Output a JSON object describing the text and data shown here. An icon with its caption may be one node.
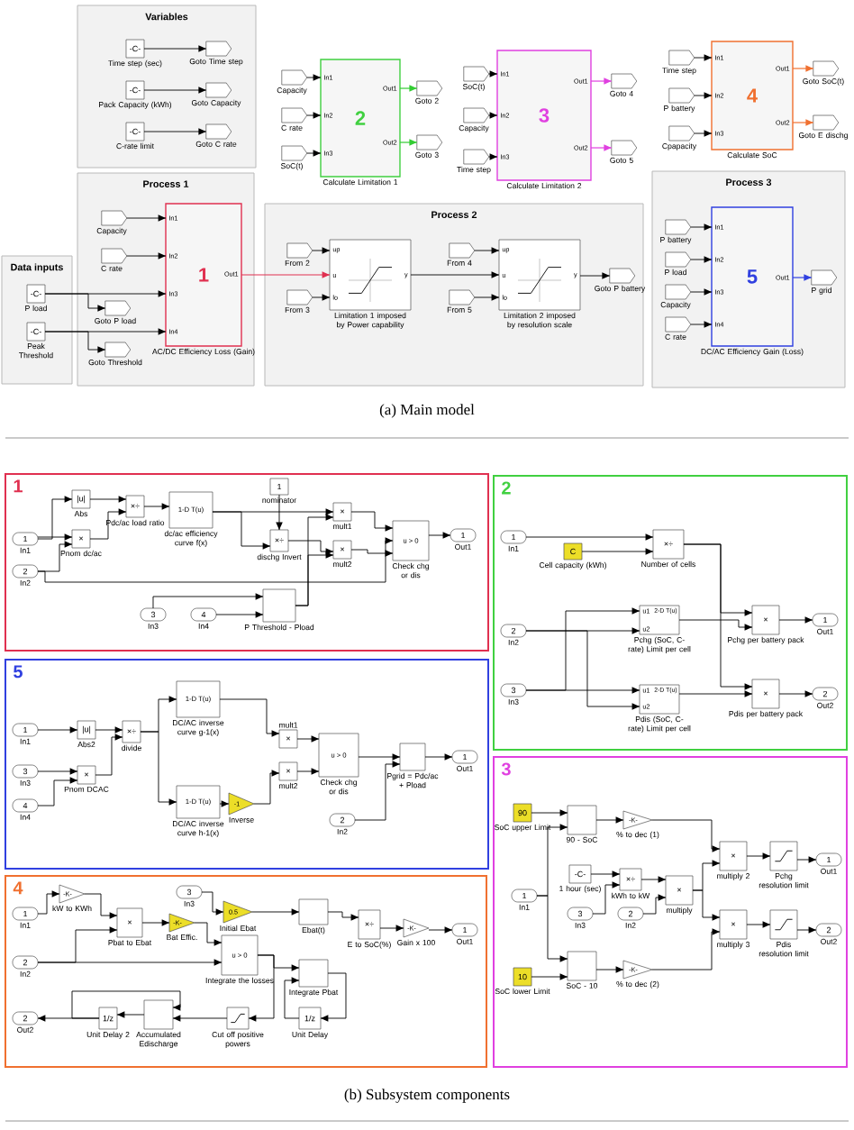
{
  "diagram": {
    "nodes": [
      {
        "text": [
          "Variables"
        ]
      },
      {
        "text": [
          "-C-"
        ],
        "beside": [
          "Time step (sec)"
        ],
        "in": 0
      },
      {
        "text": [],
        "shape": "tag",
        "beside": [
          "Goto Time step"
        ],
        "in": 0
      },
      {
        "text": [
          "-C-"
        ],
        "beside": [
          "Pack Capacity (kWh)"
        ],
        "in": 0
      },
      {
        "text": [],
        "shape": "tag",
        "beside": [
          "Goto Capacity"
        ],
        "in": 0
      },
      {
        "text": [
          "-C-"
        ],
        "beside": [
          "C-rate limit"
        ],
        "in": 0
      },
      {
        "text": [],
        "shape": "tag",
        "beside": [
          "Goto C rate"
        ],
        "in": 0
      },
      {
        "text": [
          "2",
          "In1",
          "In2",
          "In3",
          "Out1",
          "Out2"
        ],
        "beside": [
          "Calculate Limitation 1"
        ]
      },
      {
        "text": [],
        "shape": "tag",
        "beside": [
          "Capacity"
        ]
      },
      {
        "text": [],
        "shape": "tag",
        "beside": [
          "C rate"
        ]
      },
      {
        "text": [],
        "shape": "tag",
        "beside": [
          "SoC(t)"
        ]
      },
      {
        "text": [],
        "shape": "tag",
        "beside": [
          "Goto 2"
        ]
      },
      {
        "text": [],
        "shape": "tag",
        "beside": [
          "Goto 3"
        ]
      },
      {
        "text": [
          "3",
          "In1",
          "In2",
          "In3",
          "Out1",
          "Out2"
        ],
        "beside": [
          "Calculate Limitation 2"
        ]
      },
      {
        "text": [],
        "shape": "tag",
        "beside": [
          "SoC(t)"
        ]
      },
      {
        "text": [],
        "shape": "tag",
        "beside": [
          "Capacity"
        ]
      },
      {
        "text": [],
        "shape": "tag",
        "beside": [
          "Time step"
        ]
      },
      {
        "text": [],
        "shape": "tag",
        "beside": [
          "Goto 4"
        ]
      },
      {
        "text": [],
        "shape": "tag",
        "beside": [
          "Goto 5"
        ]
      },
      {
        "text": [
          "4",
          "In1",
          "In2",
          "In3",
          "Out1",
          "Out2"
        ],
        "beside": [
          "Calculate SoC"
        ]
      },
      {
        "text": [],
        "shape": "tag",
        "beside": [
          "Time step"
        ]
      },
      {
        "text": [],
        "shape": "tag",
        "beside": [
          "P battery"
        ]
      },
      {
        "text": [],
        "shape": "tag",
        "beside": [
          "Cpapacity"
        ]
      },
      {
        "text": [],
        "shape": "tag",
        "beside": [
          "Goto SoC(t)"
        ]
      },
      {
        "text": [],
        "shape": "tag",
        "beside": [
          "Goto E dischg"
        ]
      },
      {
        "text": [
          "Data inputs"
        ]
      },
      {
        "text": [
          "-C-"
        ],
        "beside": [
          "P load"
        ],
        "in": 25
      },
      {
        "text": [
          "-C-"
        ],
        "beside": [
          "Peak Threshold"
        ],
        "in": 25
      },
      {
        "text": [
          "Process 1"
        ]
      },
      {
        "text": [],
        "shape": "tag",
        "beside": [
          "Capacity"
        ],
        "in": 28
      },
      {
        "text": [],
        "shape": "tag",
        "beside": [
          "C rate"
        ],
        "in": 28
      },
      {
        "text": [
          "1",
          "In1",
          "In2",
          "In3",
          "In4",
          "Out1"
        ],
        "beside": [
          "AC/DC Efficiency Loss (Gain)"
        ],
        "in": 28
      },
      {
        "text": [],
        "shape": "tag",
        "beside": [
          "Goto P load"
        ],
        "in": 28
      },
      {
        "text": [],
        "shape": "tag",
        "beside": [
          "Goto Threshold"
        ],
        "in": 28
      },
      {
        "text": [
          "Process 2"
        ]
      },
      {
        "text": [],
        "shape": "tag",
        "beside": [
          "From 2"
        ],
        "in": 34
      },
      {
        "text": [],
        "shape": "tag",
        "beside": [
          "From 3"
        ],
        "in": 34
      },
      {
        "text": [
          "up",
          "u",
          "lo",
          "y"
        ],
        "beside": [
          "Limitation 1 imposed by Power capability"
        ],
        "in": 34
      },
      {
        "text": [],
        "shape": "tag",
        "beside": [
          "From 4"
        ],
        "in": 34
      },
      {
        "text": [],
        "shape": "tag",
        "beside": [
          "From 5"
        ],
        "in": 34
      },
      {
        "text": [
          "up",
          "u",
          "lo",
          "y"
        ],
        "beside": [
          "Limitation 2 imposed by resolution scale"
        ],
        "in": 34
      },
      {
        "text": [],
        "shape": "tag",
        "beside": [
          "Goto P battery"
        ],
        "in": 34
      },
      {
        "text": [
          "Process 3"
        ]
      },
      {
        "text": [],
        "shape": "tag",
        "beside": [
          "P battery"
        ],
        "in": 42
      },
      {
        "text": [],
        "shape": "tag",
        "beside": [
          "P load"
        ],
        "in": 42
      },
      {
        "text": [],
        "shape": "tag",
        "beside": [
          "Capacity"
        ],
        "in": 42
      },
      {
        "text": [],
        "shape": "tag",
        "beside": [
          "C rate"
        ],
        "in": 42
      },
      {
        "text": [
          "5",
          "In1",
          "In2",
          "In3",
          "In4",
          "Out1"
        ],
        "beside": [
          "DC/AC Efficiency Gain (Loss)"
        ],
        "in": 42
      },
      {
        "text": [],
        "shape": "tag",
        "beside": [
          "P grid"
        ],
        "in": 42
      },
      {
        "text": [
          "1"
        ]
      },
      {
        "text": [
          "1"
        ],
        "beside": [
          "In1"
        ],
        "in": 49
      },
      {
        "text": [
          "2"
        ],
        "beside": [
          "In2"
        ],
        "in": 49
      },
      {
        "text": [
          "|u|"
        ],
        "beside": [
          "Abs"
        ],
        "in": 49
      },
      {
        "text": [
          "×"
        ],
        "beside": [
          "Pnom dc/ac"
        ],
        "in": 49
      },
      {
        "text": [
          "×÷"
        ],
        "beside": [
          "Pdc/ac load ratio"
        ],
        "in": 49
      },
      {
        "text": [
          "1-D T(u)"
        ],
        "beside": [
          "dc/ac efficiency curve f(x)"
        ],
        "in": 49
      },
      {
        "text": [
          "1"
        ],
        "beside": [
          "nominator"
        ],
        "in": 49
      },
      {
        "text": [
          "×÷"
        ],
        "beside": [
          "dischg Invert"
        ],
        "in": 49
      },
      {
        "text": [
          "×"
        ],
        "beside": [
          "mult1"
        ],
        "in": 49
      },
      {
        "text": [
          "×"
        ],
        "beside": [
          "mult2"
        ],
        "in": 49
      },
      {
        "text": [
          "u > 0"
        ],
        "beside": [
          "Check chg or dis"
        ],
        "in": 49
      },
      {
        "text": [
          "1"
        ],
        "beside": [
          "Out1"
        ],
        "in": 49
      },
      {
        "text": [
          "3"
        ],
        "beside": [
          "In3"
        ],
        "in": 49
      },
      {
        "text": [
          "4"
        ],
        "beside": [
          "In4"
        ],
        "in": 49
      },
      {
        "text": [],
        "shape": "box",
        "beside": [
          "P Threshold - Pload"
        ],
        "in": 49
      },
      {
        "text": [
          "2"
        ]
      },
      {
        "text": [
          "1"
        ],
        "beside": [
          "In1"
        ],
        "in": 65
      },
      {
        "text": [
          "C"
        ],
        "beside": [
          "Cell capacity (kWh)"
        ],
        "in": 65
      },
      {
        "text": [
          "×÷"
        ],
        "beside": [
          "Number of cells"
        ],
        "in": 65
      },
      {
        "text": [
          "2"
        ],
        "beside": [
          "In2"
        ],
        "in": 65
      },
      {
        "text": [
          "3"
        ],
        "beside": [
          "In3"
        ],
        "in": 65
      },
      {
        "text": [
          "u1",
          "2-D T(u)",
          "u2"
        ],
        "beside": [
          "Pchg (SoC, C-rate) Limit per cell"
        ],
        "in": 65
      },
      {
        "text": [
          "u1",
          "2-D T(u)",
          "u2"
        ],
        "beside": [
          "Pdis (SoC, C-rate) Limit per cell"
        ],
        "in": 65
      },
      {
        "text": [
          "×"
        ],
        "beside": [
          "Pchg per battery pack"
        ],
        "in": 65
      },
      {
        "text": [
          "×"
        ],
        "beside": [
          "Pdis per battery pack"
        ],
        "in": 65
      },
      {
        "text": [
          "1"
        ],
        "beside": [
          "Out1"
        ],
        "in": 65
      },
      {
        "text": [
          "2"
        ],
        "beside": [
          "Out2"
        ],
        "in": 65
      },
      {
        "text": [
          "5"
        ]
      },
      {
        "text": [
          "1"
        ],
        "beside": [
          "In1"
        ],
        "in": 77
      },
      {
        "text": [
          "|u|"
        ],
        "beside": [
          "Abs2"
        ],
        "in": 77
      },
      {
        "text": [
          "×÷"
        ],
        "beside": [
          "divide"
        ],
        "in": 77
      },
      {
        "text": [
          "3"
        ],
        "beside": [
          "In3"
        ],
        "in": 77
      },
      {
        "text": [
          "4"
        ],
        "beside": [
          "In4"
        ],
        "in": 77
      },
      {
        "text": [
          "×"
        ],
        "beside": [
          "Pnom DCAC"
        ],
        "in": 77
      },
      {
        "text": [
          "1-D T(u)"
        ],
        "beside": [
          "DC/AC inverse curve g-1(x)"
        ],
        "in": 77
      },
      {
        "text": [
          "1-D T(u)"
        ],
        "beside": [
          "DC/AC inverse curve h-1(x)"
        ],
        "in": 77
      },
      {
        "text": [
          "-1"
        ],
        "beside": [
          "Inverse"
        ],
        "in": 77
      },
      {
        "text": [
          "×"
        ],
        "beside": [
          "mult1"
        ],
        "in": 77
      },
      {
        "text": [
          "×"
        ],
        "beside": [
          "mult2"
        ],
        "in": 77
      },
      {
        "text": [
          "u > 0"
        ],
        "beside": [
          "Check chg or dis"
        ],
        "in": 77
      },
      {
        "text": [],
        "shape": "box",
        "beside": [
          "Pgrid = Pdc/ac + Pload"
        ],
        "in": 77
      },
      {
        "text": [
          "2"
        ],
        "beside": [
          "In2"
        ],
        "in": 77
      },
      {
        "text": [
          "1"
        ],
        "beside": [
          "Out1"
        ],
        "in": 77
      },
      {
        "text": [
          "4"
        ]
      },
      {
        "text": [
          "-K-"
        ],
        "beside": [
          "kW to KWh"
        ],
        "in": 93
      },
      {
        "text": [
          "1"
        ],
        "beside": [
          "In1"
        ],
        "in": 93
      },
      {
        "text": [
          "×"
        ],
        "beside": [
          "Pbat to Ebat"
        ],
        "in": 93
      },
      {
        "text": [
          "3"
        ],
        "beside": [
          "In3"
        ],
        "in": 93
      },
      {
        "text": [
          "-K-"
        ],
        "beside": [
          "Bat Effic."
        ],
        "in": 93
      },
      {
        "text": [
          "0.5"
        ],
        "beside": [
          "Initial Ebat"
        ],
        "in": 93
      },
      {
        "text": [
          "2"
        ],
        "beside": [
          "In2"
        ],
        "in": 93
      },
      {
        "text": [
          "u > 0"
        ],
        "beside": [
          "Integrate the losses"
        ],
        "in": 93
      },
      {
        "text": [],
        "shape": "box",
        "beside": [
          "Ebat(t)"
        ],
        "in": 93
      },
      {
        "text": [],
        "shape": "box",
        "beside": [
          "Integrate Pbat"
        ],
        "in": 93
      },
      {
        "text": [
          "×÷"
        ],
        "beside": [
          "E to SoC(%)"
        ],
        "in": 93
      },
      {
        "text": [
          "-K-"
        ],
        "beside": [
          "Gain x 100"
        ],
        "in": 93
      },
      {
        "text": [
          "1"
        ],
        "beside": [
          "Out1"
        ],
        "in": 93
      },
      {
        "text": [
          "2"
        ],
        "beside": [
          "Out2"
        ],
        "in": 93
      },
      {
        "text": [
          "1/z"
        ],
        "beside": [
          "Unit Delay 2"
        ],
        "in": 93
      },
      {
        "text": [],
        "shape": "box",
        "beside": [
          "Accumulated Edischarge"
        ],
        "in": 93
      },
      {
        "text": [],
        "shape": "box",
        "beside": [
          "Cut off positive powers"
        ],
        "in": 93
      },
      {
        "text": [
          "1/z"
        ],
        "beside": [
          "Unit Delay"
        ],
        "in": 93
      },
      {
        "text": [
          "3"
        ]
      },
      {
        "text": [
          "90"
        ],
        "beside": [
          "SoC upper Limit"
        ],
        "in": 112
      },
      {
        "text": [],
        "shape": "box",
        "beside": [
          "90 - SoC"
        ],
        "in": 112
      },
      {
        "text": [
          "-K-"
        ],
        "beside": [
          "% to dec (1)"
        ],
        "in": 112
      },
      {
        "text": [
          "-C-"
        ],
        "beside": [
          "1 hour (sec)"
        ],
        "in": 112
      },
      {
        "text": [
          "1"
        ],
        "beside": [
          "In1"
        ],
        "in": 112
      },
      {
        "text": [
          "3"
        ],
        "beside": [
          "In3"
        ],
        "in": 112
      },
      {
        "text": [
          "×÷"
        ],
        "beside": [
          "kWh to kW"
        ],
        "in": 112
      },
      {
        "text": [
          "2"
        ],
        "beside": [
          "In2"
        ],
        "in": 112
      },
      {
        "text": [
          "×"
        ],
        "beside": [
          "multiply"
        ],
        "in": 112
      },
      {
        "text": [
          "×"
        ],
        "beside": [
          "multiply 2"
        ],
        "in": 112
      },
      {
        "text": [
          "×"
        ],
        "beside": [
          "multiply 3"
        ],
        "in": 112
      },
      {
        "text": [],
        "shape": "box",
        "beside": [
          "Pchg resolution limit"
        ],
        "in": 112
      },
      {
        "text": [],
        "shape": "box",
        "beside": [
          "Pdis resolution limit"
        ],
        "in": 112
      },
      {
        "text": [
          "1"
        ],
        "beside": [
          "Out1"
        ],
        "in": 112
      },
      {
        "text": [
          "2"
        ],
        "beside": [
          "Out2"
        ],
        "in": 112
      },
      {
        "text": [
          "10"
        ],
        "beside": [
          "SoC lower Limit"
        ],
        "in": 112
      },
      {
        "text": [],
        "shape": "box",
        "beside": [
          "SoC - 10"
        ],
        "in": 112
      },
      {
        "text": [
          "-K-"
        ],
        "beside": [
          "% to dec (2)"
        ],
        "in": 112
      }
    ],
    "edges": [
      {
        "from": 1,
        "to": 2,
        "arrow": "to"
      },
      {
        "from": 3,
        "to": 4,
        "arrow": "to"
      },
      {
        "from": 5,
        "to": 6,
        "arrow": "to"
      },
      {
        "from": 8,
        "to": 7,
        "arrow": "to"
      },
      {
        "from": 9,
        "to": 7,
        "arrow": "to"
      },
      {
        "from": 10,
        "to": 7,
        "arrow": "to"
      },
      {
        "from": 7,
        "to": 11,
        "arrow": "to",
        "color": "#33cc33"
      },
      {
        "from": 7,
        "to": 12,
        "arrow": "to",
        "color": "#33cc33"
      },
      {
        "from": 14,
        "to": 13,
        "arrow": "to"
      },
      {
        "from": 15,
        "to": 13,
        "arrow": "to"
      },
      {
        "from": 16,
        "to": 13,
        "arrow": "to"
      },
      {
        "from": 13,
        "to": 17,
        "arrow": "to",
        "color": "#e040e0"
      },
      {
        "from": 13,
        "to": 18,
        "arrow": "to",
        "color": "#e040e0"
      },
      {
        "from": 20,
        "to": 19,
        "arrow": "to"
      },
      {
        "from": 21,
        "to": 19,
        "arrow": "to"
      },
      {
        "from": 22,
        "to": 19,
        "arrow": "to"
      },
      {
        "from": 19,
        "to": 23,
        "arrow": "to",
        "color": "#f07030"
      },
      {
        "from": 19,
        "to": 24,
        "arrow": "to",
        "color": "#f07030"
      },
      {
        "from": 26,
        "to": 31,
        "arrow": "to"
      },
      {
        "from": 26,
        "to": 32,
        "arrow": "to"
      },
      {
        "from": 27,
        "to": 31,
        "arrow": "to"
      },
      {
        "from": 27,
        "to": 33,
        "arrow": "to"
      },
      {
        "from": 29,
        "to": 31,
        "arrow": "to"
      },
      {
        "from": 30,
        "to": 31,
        "arrow": "to"
      },
      {
        "from": 31,
        "to": 37,
        "arrow": "to",
        "color": "#e03050"
      },
      {
        "from": 35,
        "to": 37,
        "arrow": "to"
      },
      {
        "from": 36,
        "to": 37,
        "arrow": "to"
      },
      {
        "from": 37,
        "to": 40,
        "arrow": "to"
      },
      {
        "from": 38,
        "to": 40,
        "arrow": "to"
      },
      {
        "from": 39,
        "to": 40,
        "arrow": "to"
      },
      {
        "from": 40,
        "to": 41,
        "arrow": "to"
      },
      {
        "from": 43,
        "to": 47,
        "arrow": "to"
      },
      {
        "from": 44,
        "to": 47,
        "arrow": "to"
      },
      {
        "from": 45,
        "to": 47,
        "arrow": "to"
      },
      {
        "from": 46,
        "to": 47,
        "arrow": "to"
      },
      {
        "from": 47,
        "to": 48,
        "arrow": "to",
        "color": "#3040e0"
      },
      {
        "from": 50,
        "to": 52,
        "arrow": "to"
      },
      {
        "from": 50,
        "to": 53,
        "arrow": "to"
      },
      {
        "from": 51,
        "to": 53,
        "arrow": "to"
      },
      {
        "from": 52,
        "to": 54,
        "arrow": "to"
      },
      {
        "from": 53,
        "to": 54,
        "arrow": "to"
      },
      {
        "from": 54,
        "to": 55,
        "arrow": "to"
      },
      {
        "from": 55,
        "to": 57,
        "arrow": "to"
      },
      {
        "from": 56,
        "to": 57,
        "arrow": "to"
      },
      {
        "from": 55,
        "to": 58,
        "arrow": "to"
      },
      {
        "from": 57,
        "to": 59,
        "arrow": "to"
      },
      {
        "from": 64,
        "to": 58,
        "arrow": "to"
      },
      {
        "from": 64,
        "to": 59,
        "arrow": "to"
      },
      {
        "from": 58,
        "to": 60,
        "arrow": "to"
      },
      {
        "from": 59,
        "to": 60,
        "arrow": "to"
      },
      {
        "from": 51,
        "to": 60,
        "arrow": "to"
      },
      {
        "from": 62,
        "to": 64,
        "arrow": "to"
      },
      {
        "from": 63,
        "to": 64,
        "arrow": "to"
      },
      {
        "from": 60,
        "to": 61,
        "arrow": "to"
      },
      {
        "from": 66,
        "to": 68,
        "arrow": "to"
      },
      {
        "from": 67,
        "to": 68,
        "arrow": "to"
      },
      {
        "from": 68,
        "to": 73,
        "arrow": "to"
      },
      {
        "from": 68,
        "to": 74,
        "arrow": "to"
      },
      {
        "from": 69,
        "to": 71,
        "arrow": "to"
      },
      {
        "from": 69,
        "to": 72,
        "arrow": "to"
      },
      {
        "from": 70,
        "to": 71,
        "arrow": "to"
      },
      {
        "from": 70,
        "to": 72,
        "arrow": "to"
      },
      {
        "from": 71,
        "to": 73,
        "arrow": "to"
      },
      {
        "from": 72,
        "to": 74,
        "arrow": "to"
      },
      {
        "from": 73,
        "to": 75,
        "arrow": "to"
      },
      {
        "from": 74,
        "to": 76,
        "arrow": "to"
      },
      {
        "from": 78,
        "to": 79,
        "arrow": "to"
      },
      {
        "from": 79,
        "to": 80,
        "arrow": "to"
      },
      {
        "from": 81,
        "to": 83,
        "arrow": "to"
      },
      {
        "from": 82,
        "to": 83,
        "arrow": "to"
      },
      {
        "from": 83,
        "to": 80,
        "arrow": "to"
      },
      {
        "from": 80,
        "to": 84,
        "arrow": "to"
      },
      {
        "from": 80,
        "to": 85,
        "arrow": "to"
      },
      {
        "from": 84,
        "to": 87,
        "arrow": "to"
      },
      {
        "from": 85,
        "to": 86,
        "arrow": "to"
      },
      {
        "from": 86,
        "to": 88,
        "arrow": "to"
      },
      {
        "from": 87,
        "to": 89,
        "arrow": "to"
      },
      {
        "from": 88,
        "to": 89,
        "arrow": "to"
      },
      {
        "from": 89,
        "to": 90,
        "arrow": "to"
      },
      {
        "from": 91,
        "to": 90,
        "arrow": "to"
      },
      {
        "from": 90,
        "to": 92,
        "arrow": "to"
      },
      {
        "from": 95,
        "to": 94,
        "arrow": "to"
      },
      {
        "from": 94,
        "to": 96,
        "arrow": "to"
      },
      {
        "from": 100,
        "to": 96,
        "arrow": "to"
      },
      {
        "from": 100,
        "to": 101,
        "arrow": "to"
      },
      {
        "from": 96,
        "to": 98,
        "arrow": "to"
      },
      {
        "from": 98,
        "to": 101,
        "arrow": "to"
      },
      {
        "from": 97,
        "to": 99,
        "arrow": "to"
      },
      {
        "from": 99,
        "to": 102,
        "arrow": "to"
      },
      {
        "from": 101,
        "to": 103,
        "arrow": "to"
      },
      {
        "from": 103,
        "to": 111,
        "arrow": "to"
      },
      {
        "from": 111,
        "to": 103,
        "arrow": "to"
      },
      {
        "from": 102,
        "to": 104,
        "arrow": "to"
      },
      {
        "from": 104,
        "to": 105,
        "arrow": "to"
      },
      {
        "from": 105,
        "to": 106,
        "arrow": "to"
      },
      {
        "from": 101,
        "to": 110,
        "arrow": "to"
      },
      {
        "from": 110,
        "to": 109,
        "arrow": "to"
      },
      {
        "from": 109,
        "to": 108,
        "arrow": "to"
      },
      {
        "from": 108,
        "to": 107,
        "arrow": "to"
      },
      {
        "from": 108,
        "to": 109,
        "arrow": "to"
      },
      {
        "from": 113,
        "to": 114,
        "arrow": "to"
      },
      {
        "from": 117,
        "to": 114,
        "arrow": "to"
      },
      {
        "from": 117,
        "to": 129,
        "arrow": "to"
      },
      {
        "from": 128,
        "to": 129,
        "arrow": "to"
      },
      {
        "from": 114,
        "to": 115,
        "arrow": "to"
      },
      {
        "from": 129,
        "to": 130,
        "arrow": "to"
      },
      {
        "from": 115,
        "to": 122,
        "arrow": "to"
      },
      {
        "from": 130,
        "to": 123,
        "arrow": "to"
      },
      {
        "from": 116,
        "to": 119,
        "arrow": "to"
      },
      {
        "from": 118,
        "to": 119,
        "arrow": "to"
      },
      {
        "from": 119,
        "to": 121,
        "arrow": "to"
      },
      {
        "from": 120,
        "to": 121,
        "arrow": "to"
      },
      {
        "from": 121,
        "to": 122,
        "arrow": "to"
      },
      {
        "from": 121,
        "to": 123,
        "arrow": "to"
      },
      {
        "from": 122,
        "to": 124,
        "arrow": "to"
      },
      {
        "from": 123,
        "to": 125,
        "arrow": "to"
      },
      {
        "from": 124,
        "to": 126,
        "arrow": "to"
      },
      {
        "from": 125,
        "to": 127,
        "arrow": "to"
      }
    ],
    "labels": [
      "(a) Main model",
      "(b) Subsystem components"
    ]
  }
}
